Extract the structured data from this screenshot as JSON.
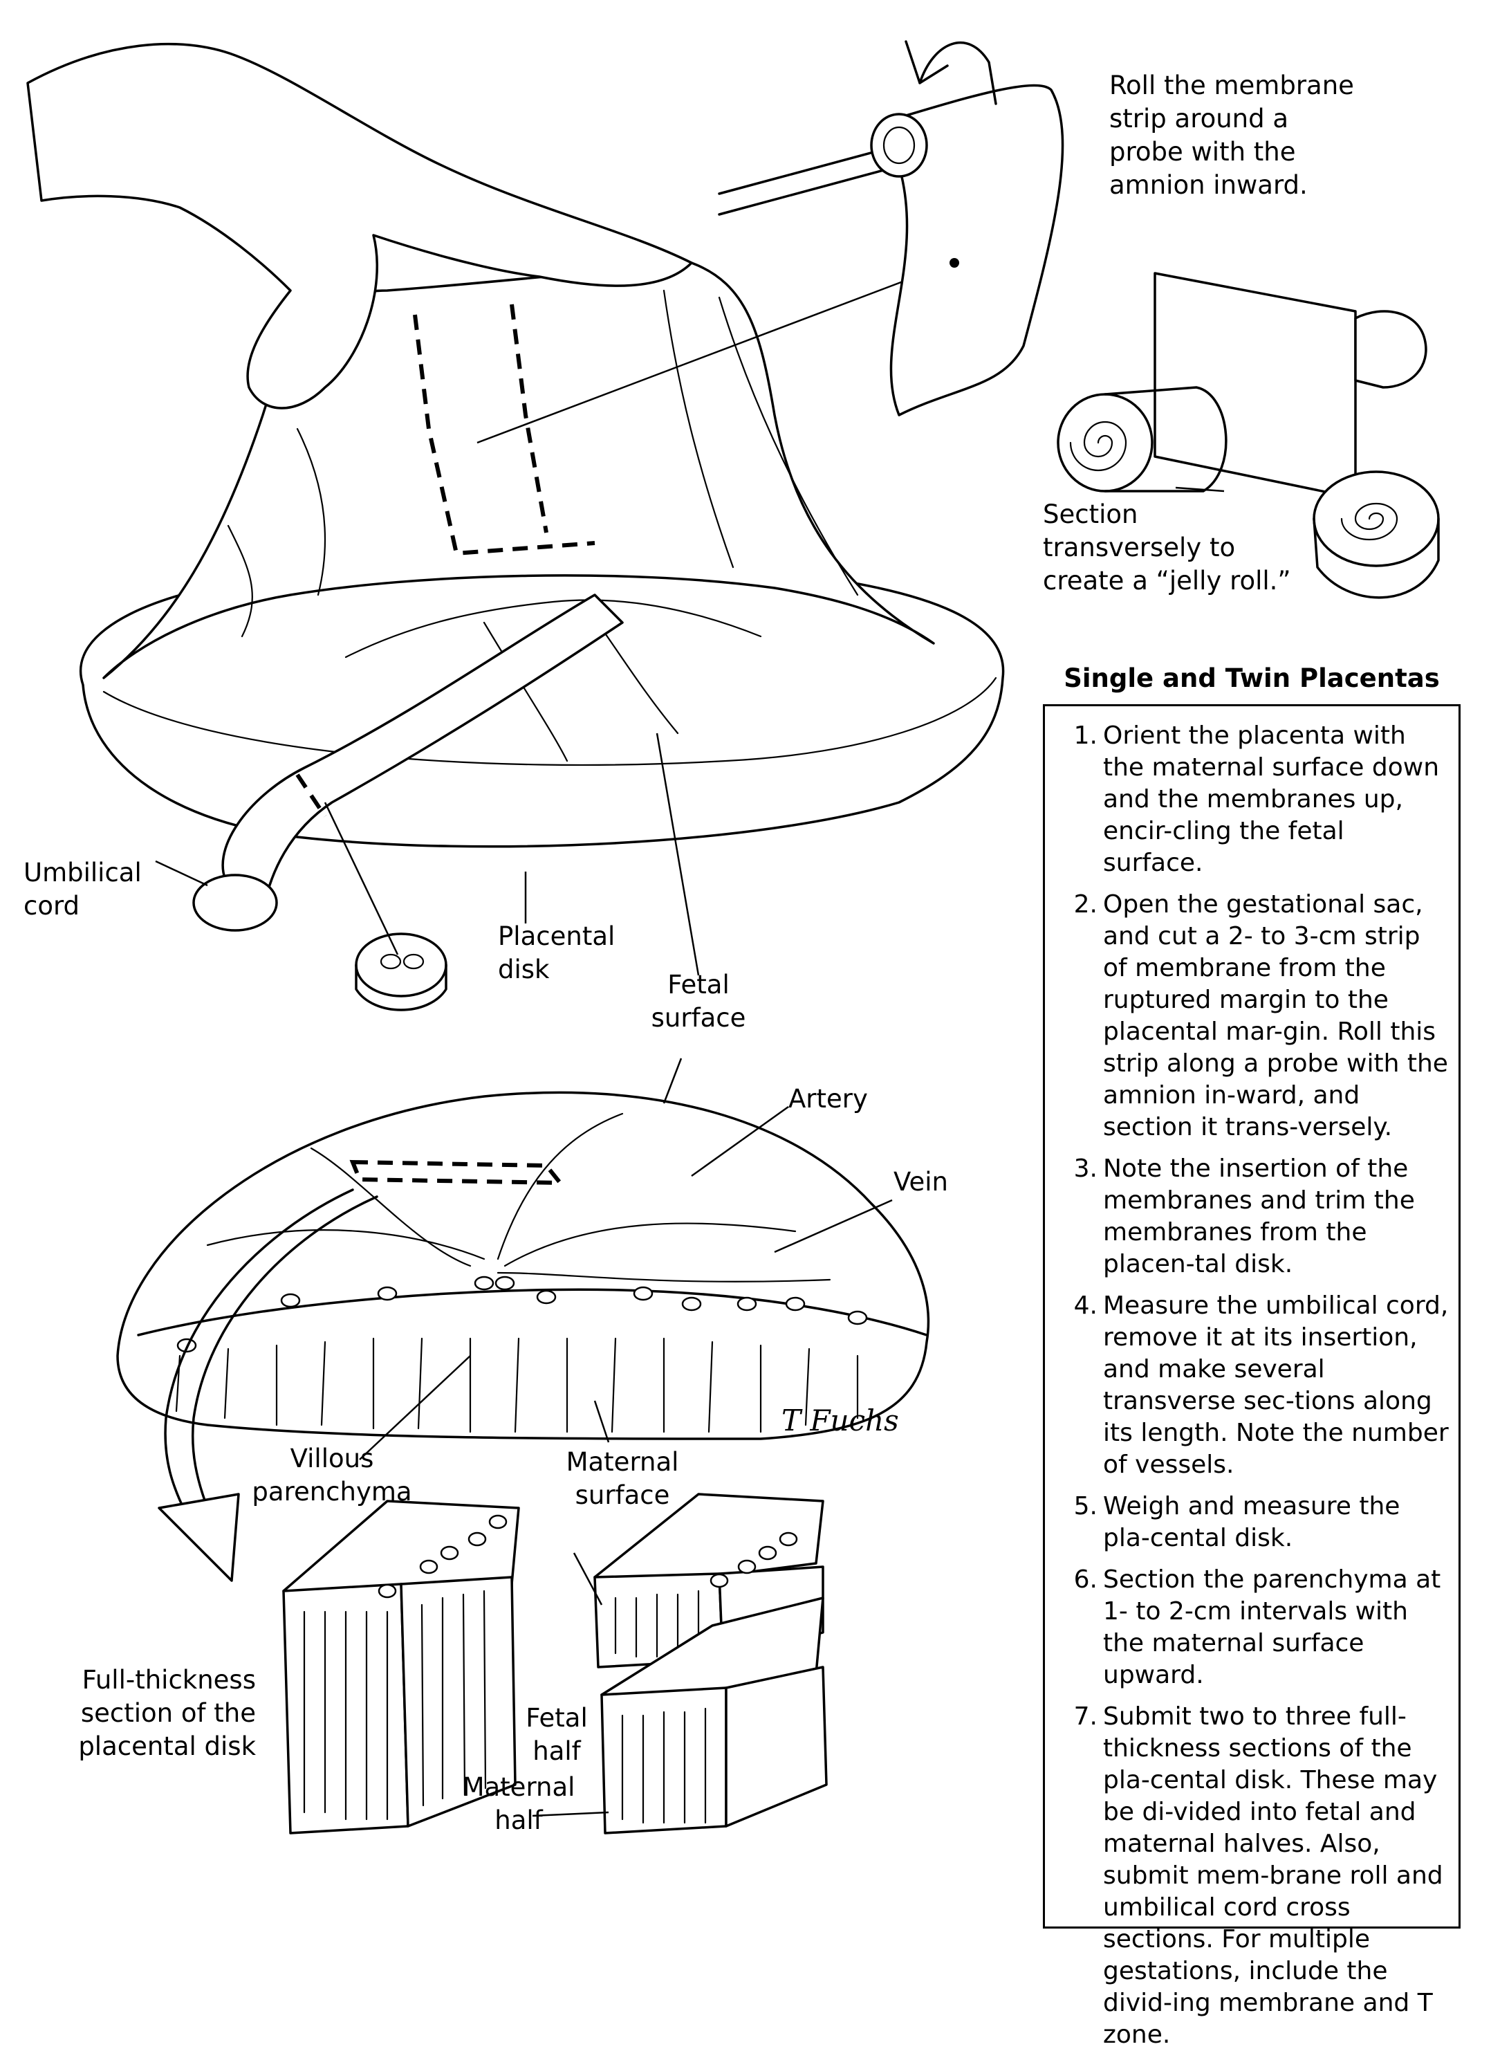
{
  "labels": {
    "roll_membrane": "Roll the membrane\nstrip around a\nprobe with the\namnion inward.",
    "section_transversely": "Section\ntransversely to\ncreate a “jelly roll.”",
    "umbilical_cord": "Umbilical\ncord",
    "placental_disk": "Placental\ndisk",
    "fetal_surface": "Fetal\nsurface",
    "artery": "Artery",
    "vein": "Vein",
    "villous_parenchyma": "Villous\nparenchyma",
    "maternal_surface": "Maternal\nsurface",
    "full_thickness": "Full-thickness\nsection of the\nplacental disk",
    "fetal_half": "Fetal\nhalf",
    "maternal_half": "Maternal\nhalf",
    "signature": "T Fuchs"
  },
  "steps": {
    "title": "Single and Twin Placentas",
    "items": [
      {
        "num": "1.",
        "text": "Orient the placenta with the maternal surface down and the membranes up, encir-cling the fetal surface."
      },
      {
        "num": "2.",
        "text": "Open the gestational sac, and cut a 2- to 3-cm strip of membrane from the ruptured margin to the placental mar-gin. Roll this strip along a probe with the amnion in-ward, and section it trans-versely."
      },
      {
        "num": "3.",
        "text": "Note the insertion of the membranes and trim the membranes from the placen-tal disk."
      },
      {
        "num": "4.",
        "text": "Measure the umbilical cord, remove it at its insertion, and make several transverse sec-tions along its length. Note the number of vessels."
      },
      {
        "num": "5.",
        "text": "Weigh and measure the pla-cental disk."
      },
      {
        "num": "6.",
        "text": "Section the parenchyma at 1- to 2-cm intervals with the maternal surface upward."
      },
      {
        "num": "7.",
        "text": "Submit two to three full-thickness sections of the pla-cental disk. These may be di-vided into fetal and maternal halves. Also, submit mem-brane roll and umbilical cord cross sections.  For multiple gestations, include the divid-ing membrane and T zone."
      }
    ]
  }
}
